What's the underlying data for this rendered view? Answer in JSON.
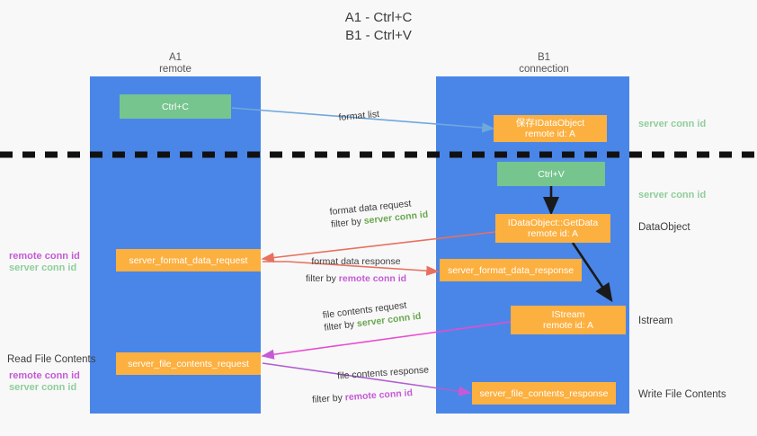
{
  "title": {
    "line1": "A1 - Ctrl+C",
    "line2": "B1 - Ctrl+V"
  },
  "lanes": [
    {
      "name": "A1",
      "sub": "remote"
    },
    {
      "name": "B1",
      "sub": "connection"
    }
  ],
  "boxes": {
    "ctrl_c": {
      "line1": "Ctrl+C",
      "line2": ""
    },
    "save_idataobject": {
      "line1": "保存IDataObject",
      "line2": "remote id: A"
    },
    "ctrl_v": {
      "line1": "Ctrl+V",
      "line2": ""
    },
    "getdata": {
      "line1": "IDataObject::GetData",
      "line2": "remote id: A"
    },
    "istream": {
      "line1": "IStream",
      "line2": "remote id: A"
    },
    "server_format_data_request": {
      "line1": "server_format_data_request",
      "line2": ""
    },
    "server_format_data_response": {
      "line1": "server_format_data_response",
      "line2": ""
    },
    "server_file_contents_request": {
      "line1": "server_file_contents_request",
      "line2": ""
    },
    "server_file_contents_response": {
      "line1": "server_file_contents_response",
      "line2": ""
    }
  },
  "edge_labels": {
    "format_list": "format list",
    "format_data_request": "format data request",
    "format_data_request_filter_prefix": "filter by ",
    "format_data_request_filter_value": "server conn id",
    "format_data_response": "format data response",
    "format_data_response_filter_prefix": "filter by ",
    "format_data_response_filter_value": "remote conn id",
    "file_contents_request": "file contents request",
    "file_contents_request_filter_prefix": "filter by ",
    "file_contents_request_filter_value": "server conn id",
    "file_contents_response": "file contents response",
    "file_contents_response_filter_prefix": "filter by ",
    "file_contents_response_filter_value": "remote conn id"
  },
  "right_labels": {
    "server_conn_id_top": "server conn id",
    "server_conn_id_mid": "server conn id",
    "dataobject": "DataObject",
    "istream": "Istream",
    "write_file_contents": "Write File Contents"
  },
  "left_labels": {
    "remote_conn_id_1": "remote conn id",
    "server_conn_id_1": "server conn id",
    "read_file_contents": "Read File Contents",
    "remote_conn_id_2": "remote conn id",
    "server_conn_id_2": "server conn id"
  },
  "colors": {
    "lane": "#4a86e8",
    "green_box": "#76c58e",
    "orange_box": "#fcb040",
    "green_text": "#6aa84f",
    "magenta_text": "#c55ad6",
    "arrow_blue": "#6fa8dc",
    "arrow_red": "#e8705f",
    "arrow_magenta": "#c55ad6",
    "arrow_dark": "#1a1a1a",
    "divider": "#111111"
  }
}
